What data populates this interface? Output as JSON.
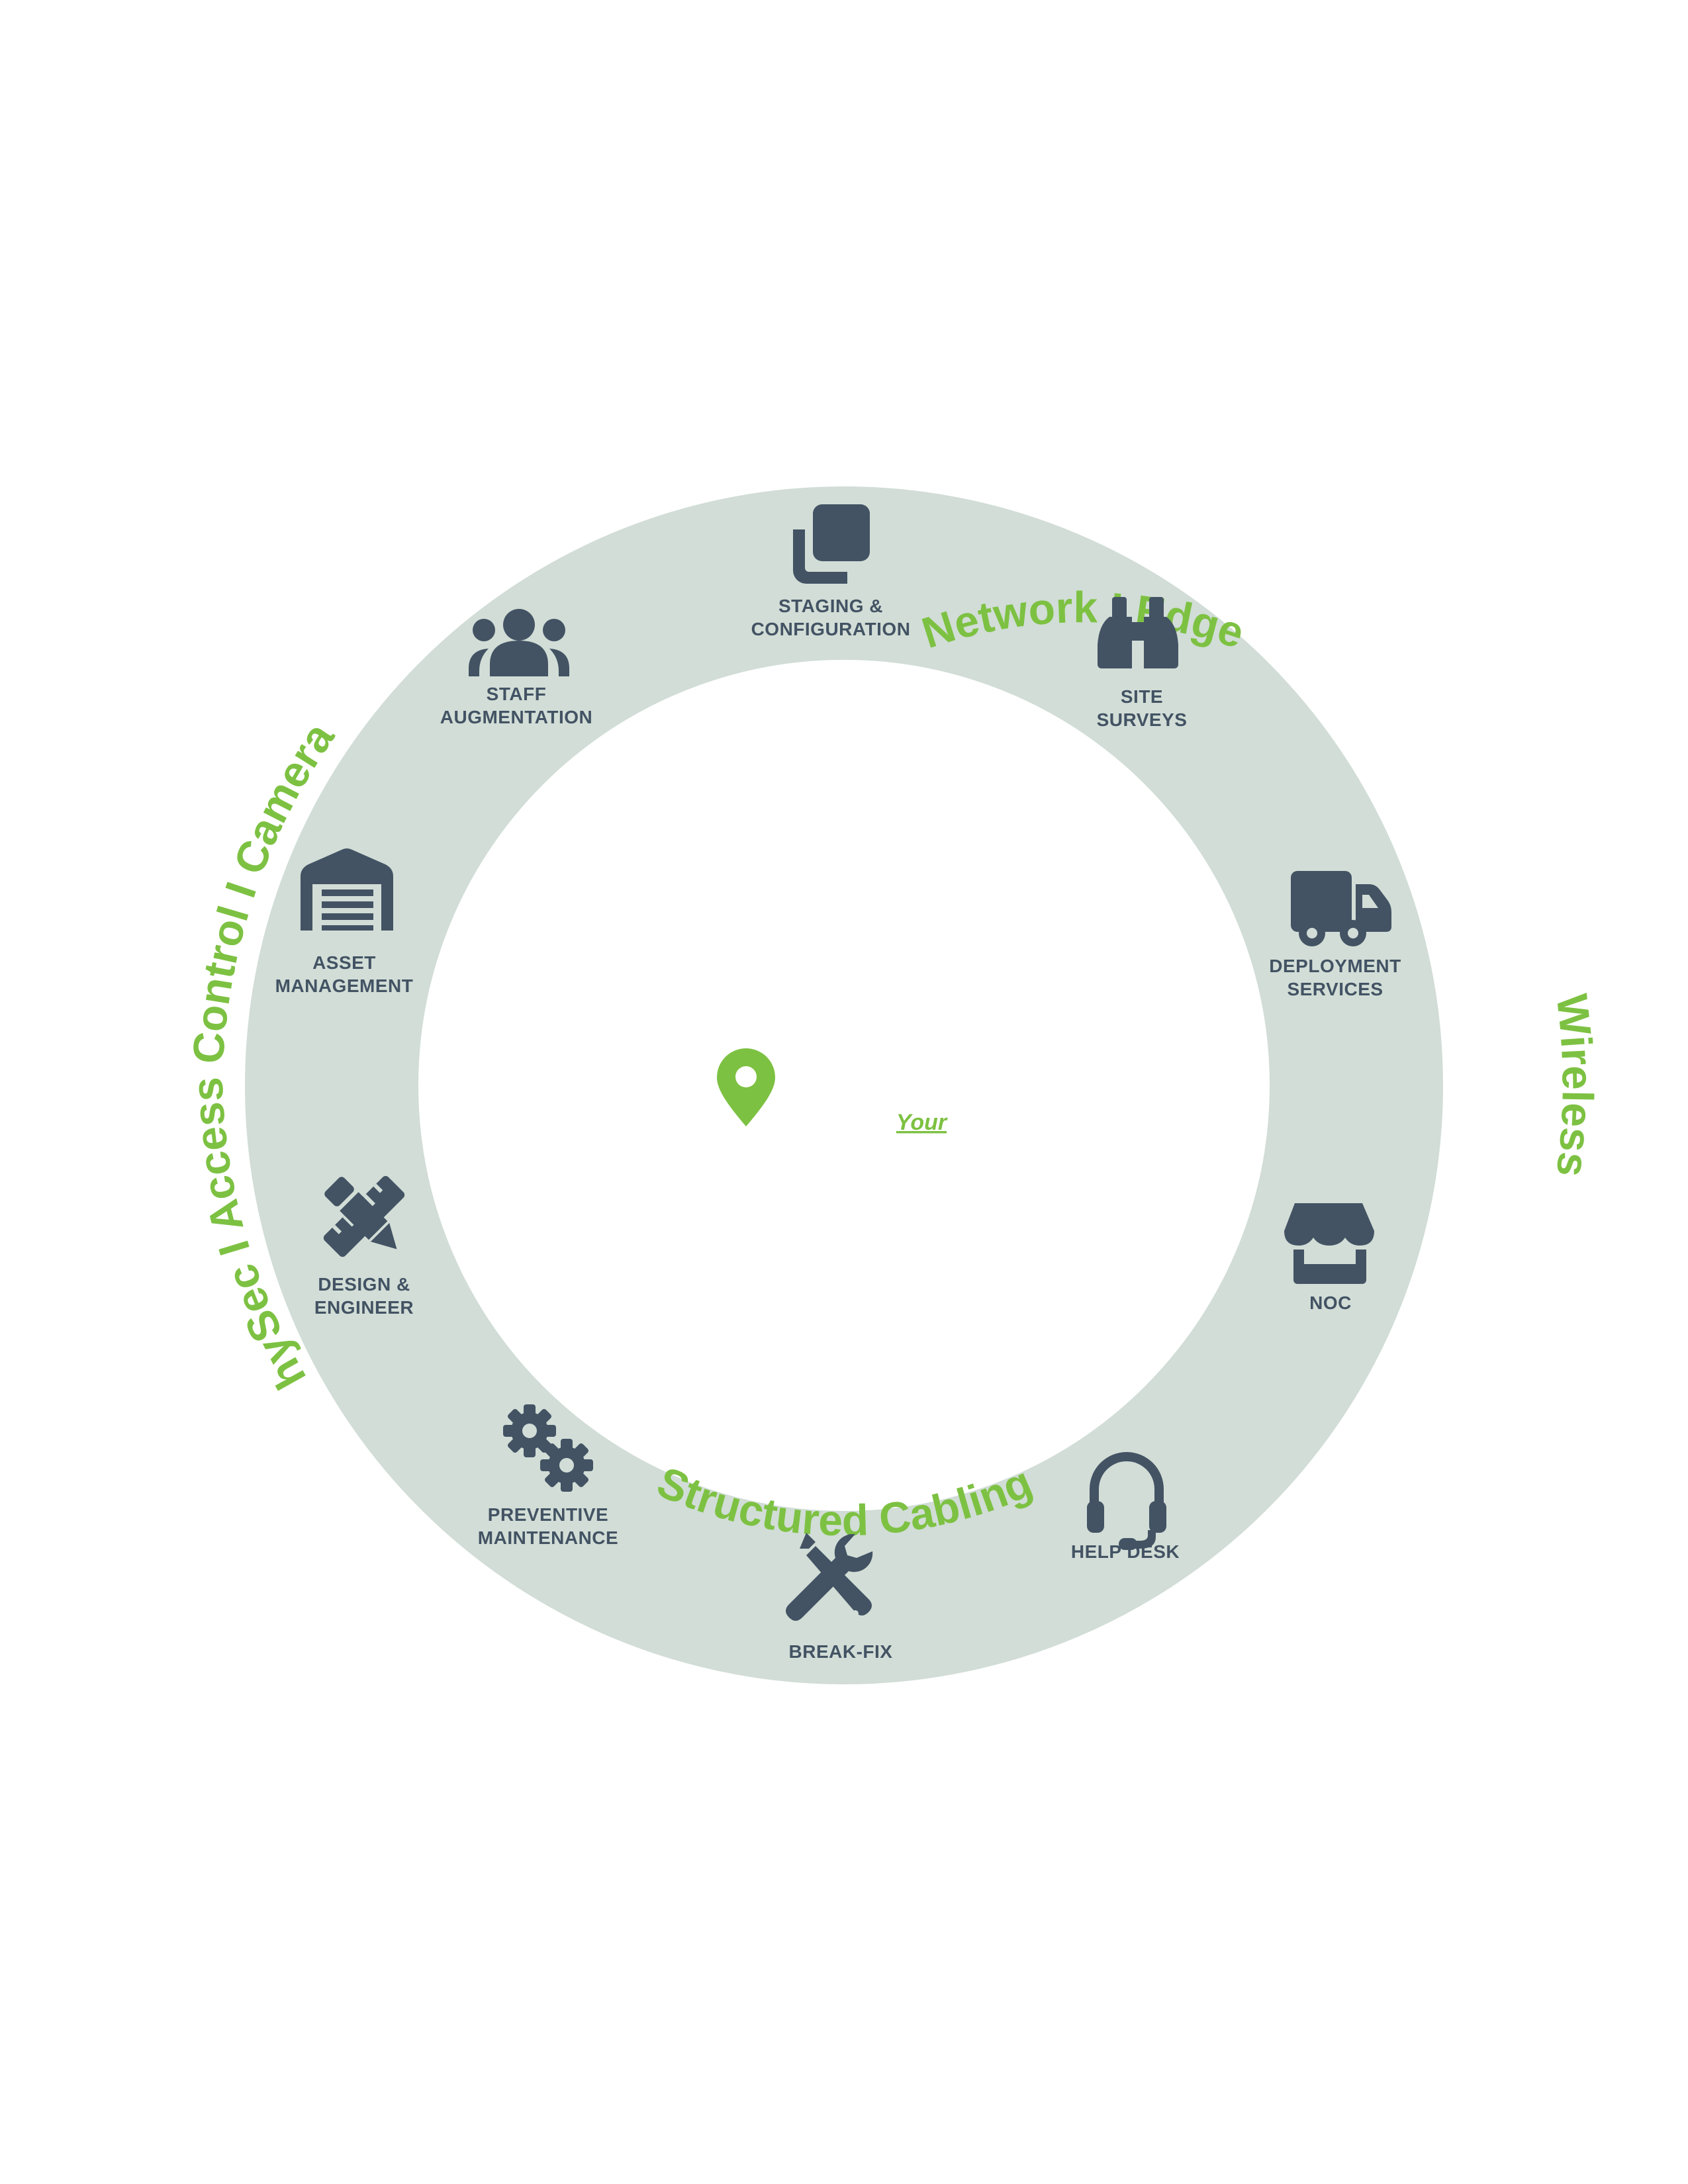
{
  "colors": {
    "ring": "#d1ddd6",
    "icon": "#435364",
    "accent": "#7dc142",
    "background": "#ffffff"
  },
  "arc_labels": {
    "network_edge": "Network  I  Edge",
    "wireless": "Wireless",
    "structured_cabling": "Structured Cabling",
    "physec": "PhySec  I  Access Control  I  Cameras"
  },
  "services": {
    "staging": {
      "line1": "STAGING &",
      "line2": "CONFIGURATION",
      "icon": "clone-squares-icon"
    },
    "site_surveys": {
      "line1": "SITE",
      "line2": "SURVEYS",
      "icon": "binoculars-icon"
    },
    "deployment": {
      "line1": "DEPLOYMENT",
      "line2": "SERVICES",
      "icon": "truck-icon"
    },
    "noc": {
      "line1": "NOC",
      "icon": "storefront-icon"
    },
    "help_desk": {
      "line1": "HELP DESK",
      "icon": "headset-icon"
    },
    "break_fix": {
      "line1": "BREAK-FIX",
      "icon": "tools-icon"
    },
    "preventive": {
      "line1": "PREVENTIVE",
      "line2": "MAINTENANCE",
      "icon": "gears-icon"
    },
    "design": {
      "line1": "DESIGN &",
      "line2": "ENGINEER",
      "icon": "pencil-ruler-icon"
    },
    "asset": {
      "line1": "ASSET",
      "line2": "MANAGEMENT",
      "icon": "warehouse-icon"
    },
    "staff": {
      "line1": "STAFF",
      "line2": "AUGMENTATION",
      "icon": "users-icon"
    }
  },
  "center": {
    "icon": "map-pin-icon",
    "link_text": "Your"
  }
}
